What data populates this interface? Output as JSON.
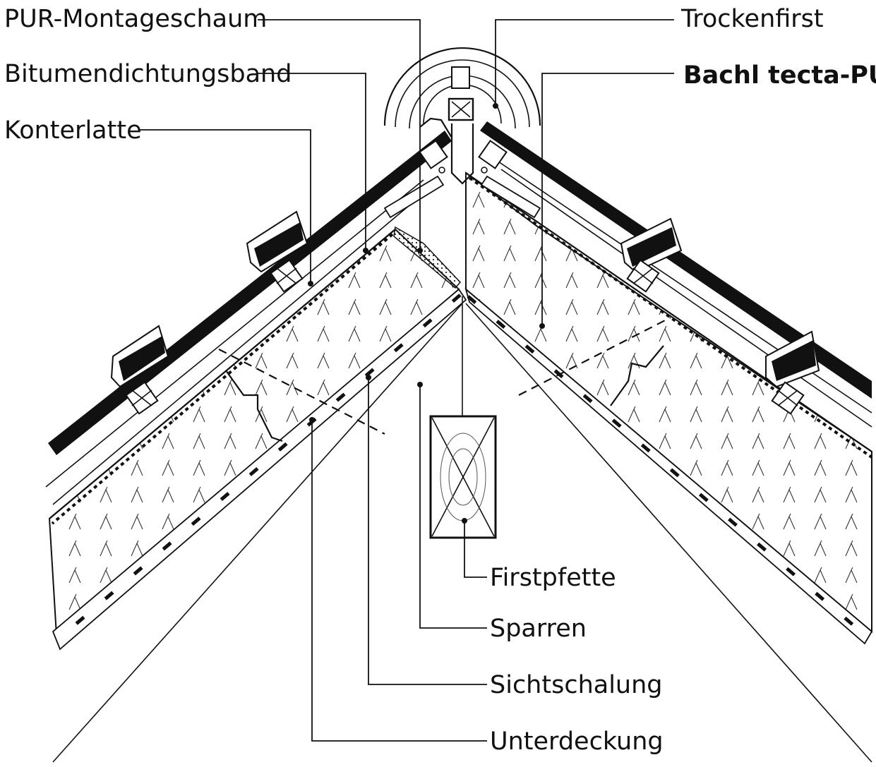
{
  "labels": {
    "pur_montageschaum": "PUR-Montageschaum",
    "bitumendichtungsband": "Bitumendichtungsband",
    "konterlatte": "Konterlatte",
    "trockenfirst": "Trockenfirst",
    "bachl_tecta_pur": "Bachl tecta-PUR",
    "firstpfette": "Firstpfette",
    "sparren": "Sparren",
    "sichtschalung": "Sichtschalung",
    "unterdeckung": "Unterdeckung"
  },
  "colors": {
    "ink": "#111111",
    "background": "#ffffff"
  }
}
